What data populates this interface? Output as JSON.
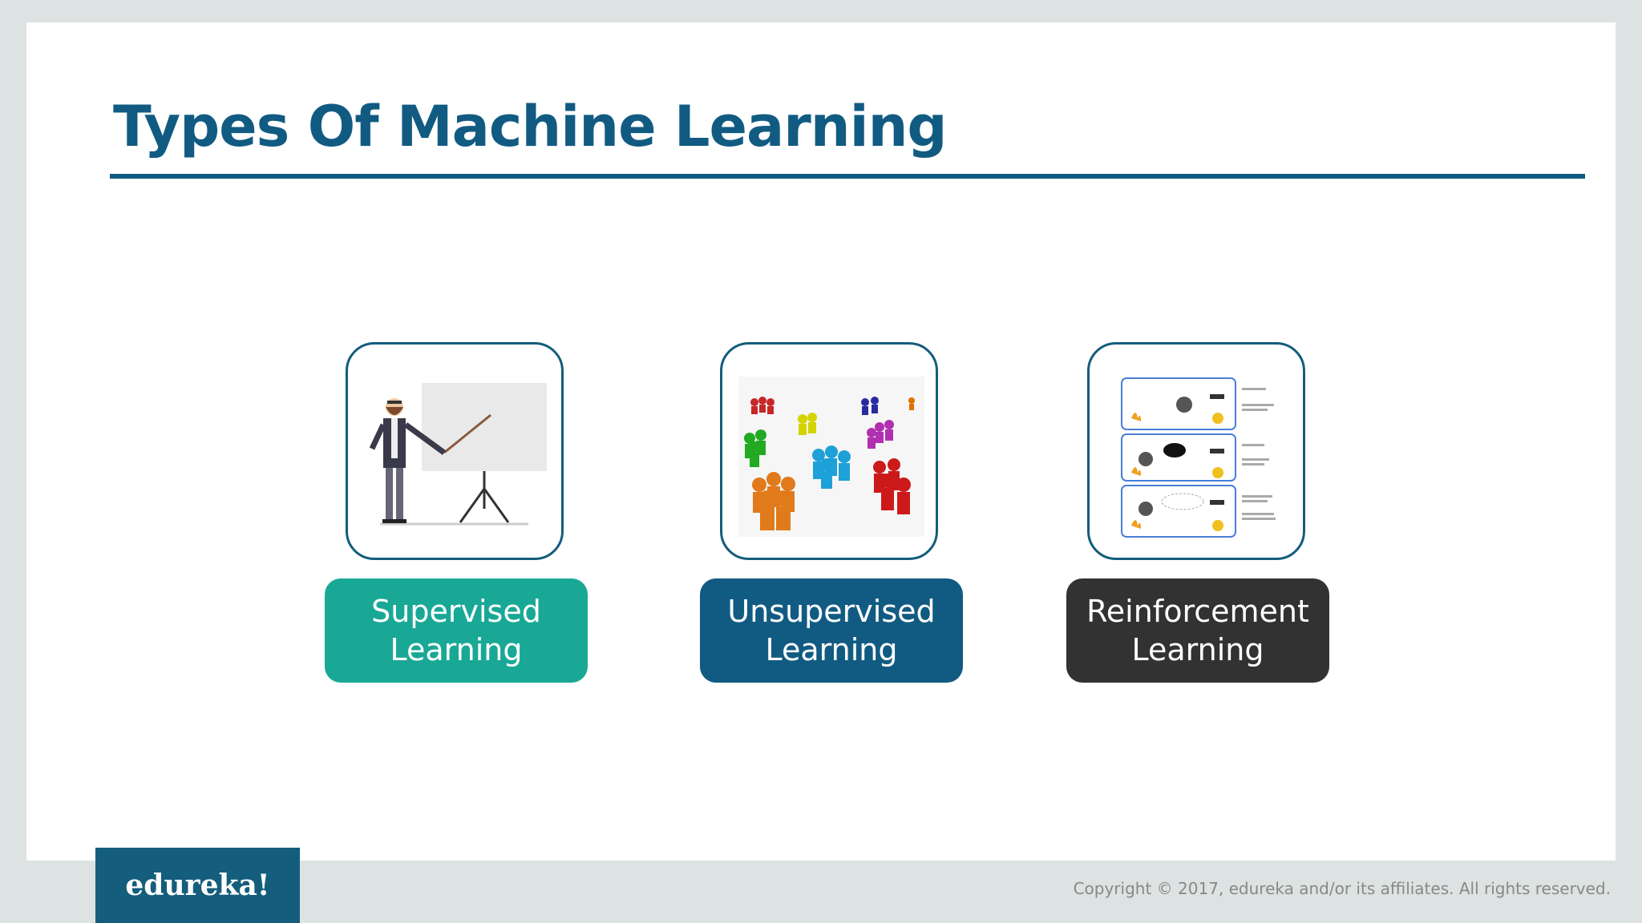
{
  "slide": {
    "title": "Types Of Machine Learning",
    "cards": [
      {
        "label_line1": "Supervised",
        "label_line2": "Learning",
        "color": "#19a896",
        "icon": "teacher-whiteboard-icon"
      },
      {
        "label_line1": "Unsupervised",
        "label_line2": "Learning",
        "color": "#115b82",
        "icon": "people-clusters-icon"
      },
      {
        "label_line1": "Reinforcement",
        "label_line2": "Learning",
        "color": "#323232",
        "icon": "agent-environment-diagram-icon"
      }
    ]
  },
  "footer": {
    "logo": "edureka!",
    "copyright": "Copyright © 2017, edureka and/or its affiliates. All rights reserved."
  },
  "colors": {
    "title": "#115b82",
    "background": "#dde3e2",
    "slide": "#ffffff"
  }
}
